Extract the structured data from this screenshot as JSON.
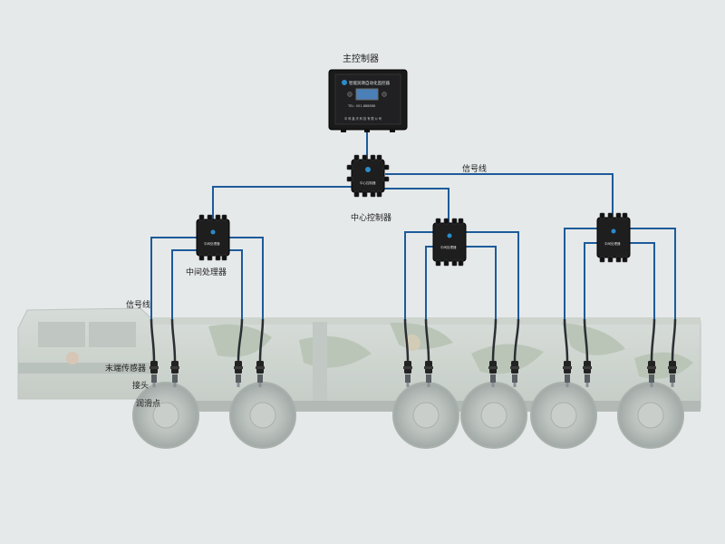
{
  "labels": {
    "main_controller": "主控制器",
    "center_controller": "中心控制器",
    "middle_processor": "中间处理器",
    "signal_line_top": "信号线",
    "signal_line_left": "信号线",
    "end_sensor": "末端传感器",
    "connector": "接头",
    "lube_point": "润滑点"
  },
  "device_text": {
    "main_header": "智能润滑自动化监控器",
    "main_footer": "TEL: 0X1-888888",
    "main_maker": "中 科 鑫 天 科 技 有 限 公 司",
    "center_name": "中心控制器",
    "mid_name": "中间处理器"
  },
  "colors": {
    "background": "#e6e9ea",
    "wire": "#1d5b9a",
    "device": "#1a1a1a",
    "device_blue": "#2a8ccb"
  }
}
